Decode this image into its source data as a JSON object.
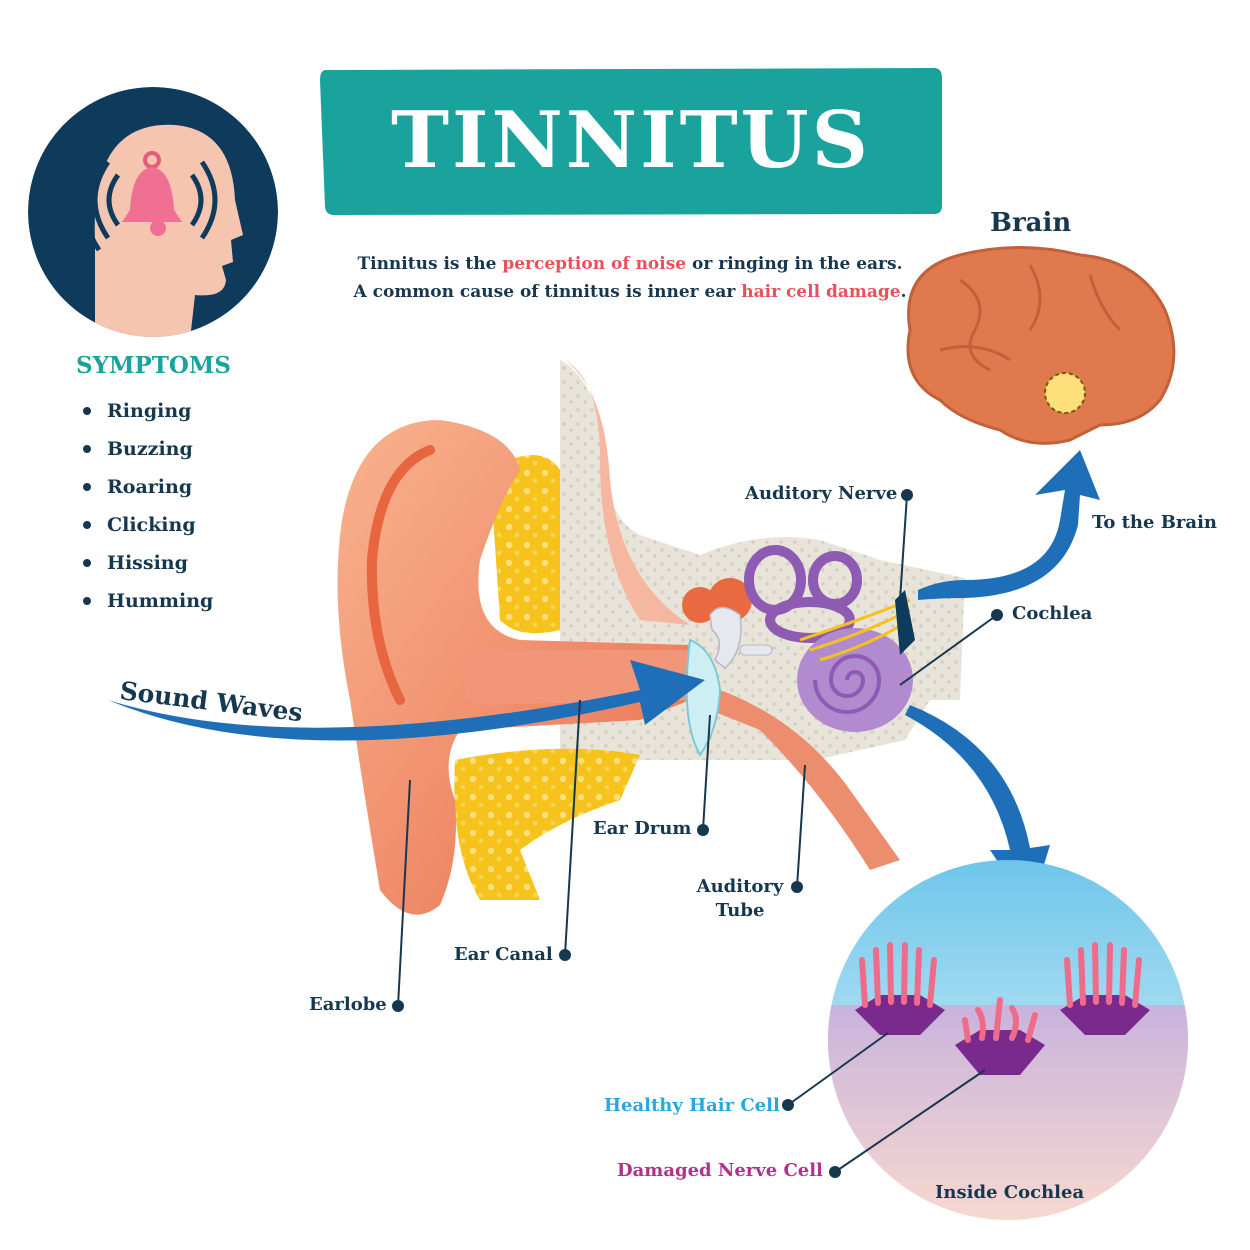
{
  "title": "TINNITUS",
  "intro": {
    "line1_part1": "Tinnitus is the ",
    "line1_highlight": "perception of noise",
    "line1_part2": " or ringing in the ears.",
    "line2_part1": "A common cause of tinnitus is inner ear ",
    "line2_highlight": "hair cell damage",
    "line2_part2": "."
  },
  "symptoms": {
    "title": "SYMPTOMS",
    "items": [
      "Ringing",
      "Buzzing",
      "Roaring",
      "Clicking",
      "Hissing",
      "Humming"
    ]
  },
  "labels": {
    "sound_waves": "Sound Waves",
    "brain": "Brain",
    "to_the_brain": "To the Brain",
    "auditory_nerve": "Auditory Nerve",
    "cochlea": "Cochlea",
    "ear_drum": "Ear Drum",
    "auditory_tube_line1": "Auditory",
    "auditory_tube_line2": "Tube",
    "ear_canal": "Ear Canal",
    "earlobe": "Earlobe",
    "healthy_hair_cell": "Healthy Hair Cell",
    "damaged_nerve_cell": "Damaged Nerve Cell",
    "inside_cochlea": "Inside Cochlea"
  },
  "colors": {
    "teal": "#1aa39c",
    "navy": "#16384f",
    "highlight_red": "#e8505b",
    "arrow_blue": "#1f6fb8",
    "skin": "#f2a07b",
    "fat_yellow": "#f6c21c",
    "brain_orange": "#e07a4e",
    "cochlea_purple": "#a57bc2",
    "healthy_blue": "#2aa7e0",
    "damaged_magenta": "#b0328f"
  },
  "icons": [
    "head-with-bell-icon",
    "bell-icon"
  ]
}
